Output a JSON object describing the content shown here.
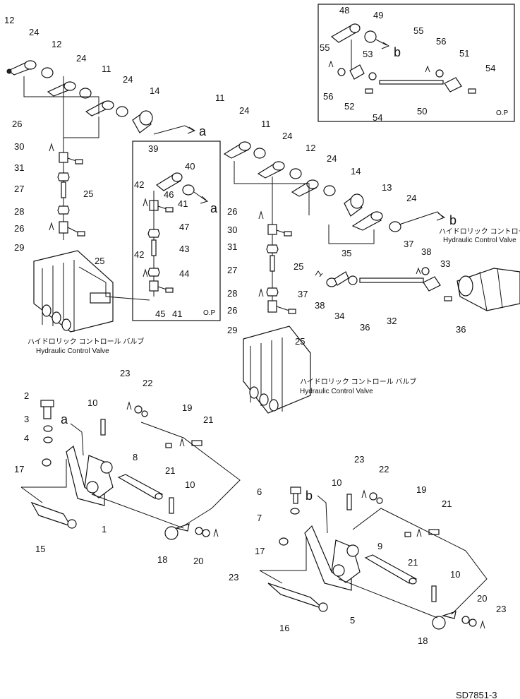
{
  "labels": {
    "n1": "1",
    "n2": "2",
    "n3": "3",
    "n4": "4",
    "n5": "5",
    "n6": "6",
    "n7": "7",
    "n8": "8",
    "n9": "9",
    "n10": "10",
    "n11": "11",
    "n12": "12",
    "n13": "13",
    "n14": "14",
    "n15": "15",
    "n16": "16",
    "n17": "17",
    "n18": "18",
    "n19": "19",
    "n20": "20",
    "n21": "21",
    "n22": "22",
    "n23": "23",
    "n24": "24",
    "n25": "25",
    "n26": "26",
    "n27": "27",
    "n28": "28",
    "n29": "29",
    "n30": "30",
    "n31": "31",
    "n32": "32",
    "n33": "33",
    "n34": "34",
    "n35": "35",
    "n36": "36",
    "n37": "37",
    "n38": "38",
    "n39": "39",
    "n40": "40",
    "n41": "41",
    "n42": "42",
    "n43": "43",
    "n44": "44",
    "n45": "45",
    "n46": "46",
    "n47": "47",
    "n48": "48",
    "n49": "49",
    "n50": "50",
    "n51": "51",
    "n52": "52",
    "n53": "53",
    "n54": "54",
    "n55": "55",
    "n56": "56"
  },
  "refs": {
    "a": "a",
    "b": "b"
  },
  "valve_jp": "ハイドロリック コントロール バルブ",
  "valve_en": "Hydraulic Control Valve",
  "option_mark": "O.P",
  "drawing_code": "SD7851-3"
}
